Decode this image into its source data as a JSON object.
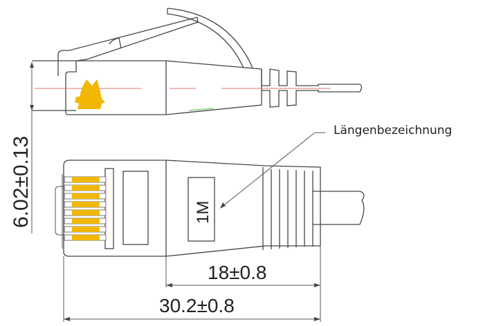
{
  "diagram": {
    "type": "technical-drawing",
    "subject": "RJ45 patch cable connector (side and top view)",
    "colors": {
      "outline": "#444444",
      "contact": "#f2b705",
      "centerline": "#e07070",
      "accent_green": "#66cc66"
    }
  },
  "dimensions": {
    "height": "6.02±0.13",
    "boot_length": "18±0.8",
    "total_length": "30.2±0.8"
  },
  "labels": {
    "length_marking_callout": "Längenbezeichnung",
    "length_marking_value": "1M"
  }
}
